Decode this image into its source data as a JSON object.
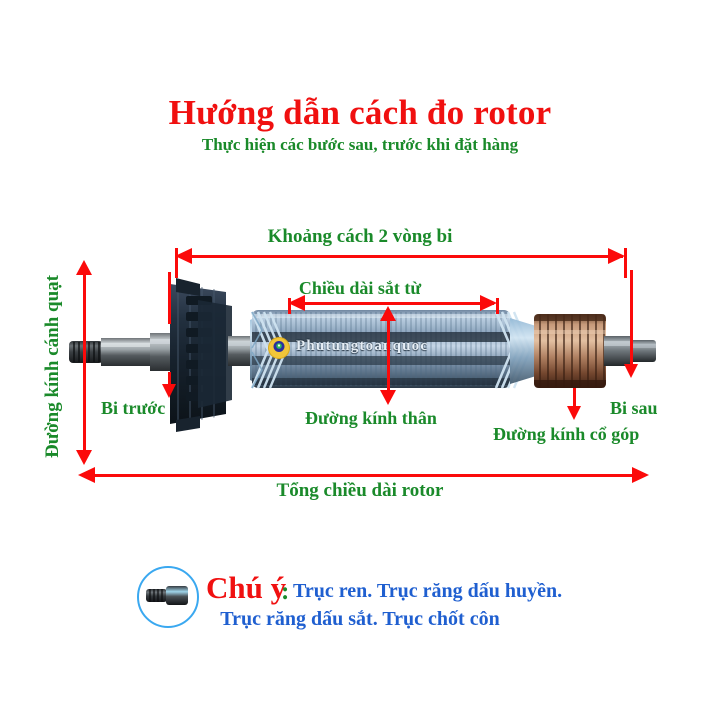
{
  "header": {
    "title": "Hướng dẫn cách đo rotor",
    "subtitle": "Thực hiện các bước sau, trước khi đặt hàng",
    "title_color": "#f01010",
    "subtitle_color": "#1a8a2a"
  },
  "diagram": {
    "watermark": "Phutungtoanquoc",
    "labels": {
      "bearing_distance": "Khoảng cách 2 vòng bi",
      "core_length": "Chiều dài sắt từ",
      "fan_diameter": "Đường kính cánh quạt",
      "front_bearing": "Bi trước",
      "body_diameter": "Đường kính thân",
      "commutator_diameter": "Đường kính cổ góp",
      "rear_bearing": "Bi sau",
      "total_length": "Tổng chiều dài rotor"
    },
    "annotation_color": "#1a8a2a",
    "dimension_color": "#fb0a0a"
  },
  "note": {
    "heading": "Chú ý",
    "separator": ":",
    "line1": "Trục ren. Trục răng dấu huyền.",
    "line2": "Trục răng dấu sắt. Trục chốt côn",
    "heading_color": "#f01010",
    "text_color": "#1f5fd0",
    "icon": "threaded-shaft-icon"
  }
}
